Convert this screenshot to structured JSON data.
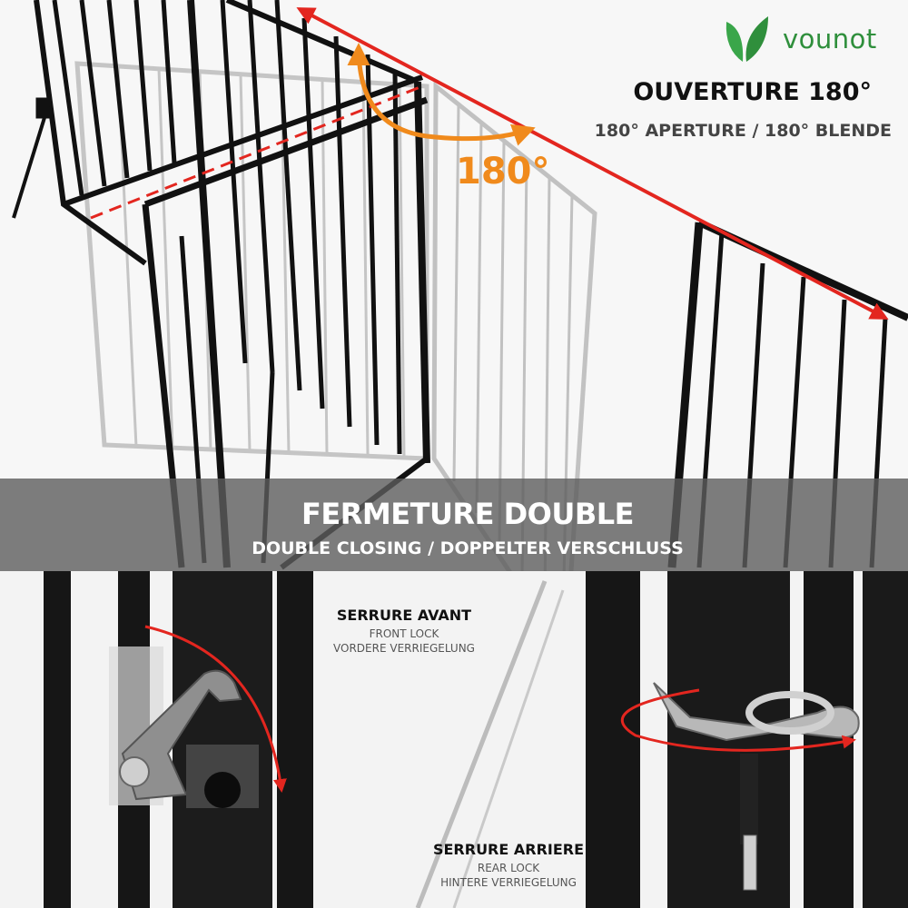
{
  "brand": {
    "name": "vounot",
    "logo_icon": "leaf-icon",
    "color": "#2f8f3c"
  },
  "feature_top": {
    "title": "OUVERTURE 180°",
    "subtitle": "180° APERTURE / 180° BLENDE",
    "angle_label": "180°",
    "accent_color": "#f08a1c"
  },
  "feature_band": {
    "title": "FERMETURE DOUBLE",
    "subtitle": "DOUBLE CLOSING / DOPPELTER VERSCHLUSS"
  },
  "front_lock": {
    "label_fr": "SERRURE AVANT",
    "label_en": "FRONT LOCK",
    "label_de": "VORDERE VERRIEGELUNG"
  },
  "rear_lock": {
    "label_fr": "SERRURE  ARRIERE",
    "label_en": "REAR LOCK",
    "label_de": "HINTERE VERRIEGELUNG"
  },
  "colors": {
    "arrow_red": "#e3261f",
    "frame_black": "#111111"
  }
}
